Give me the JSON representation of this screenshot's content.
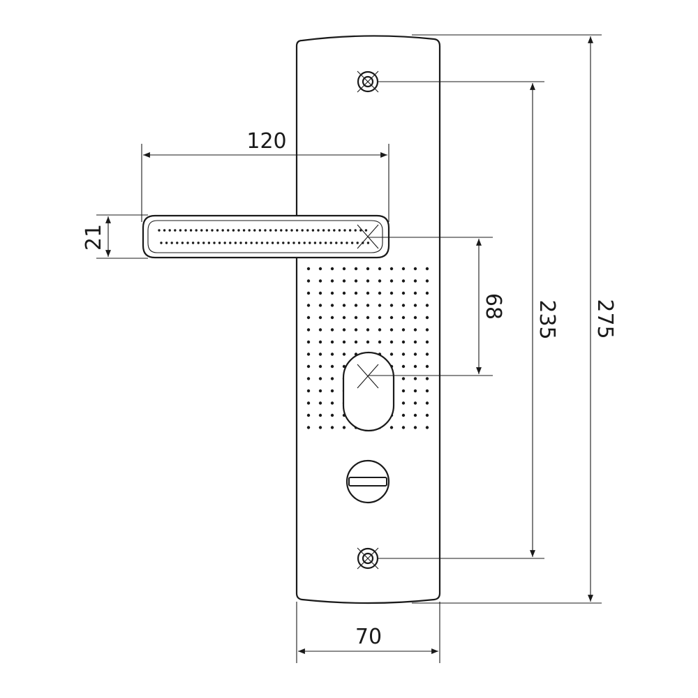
{
  "dimensions": {
    "handle_length": "120",
    "handle_height": "21",
    "handle_to_key_distance": "68",
    "screw_center_distance": "235",
    "plate_height": "275",
    "plate_width": "70"
  },
  "colors": {
    "line": "#1a1a1a",
    "background": "#ffffff"
  }
}
